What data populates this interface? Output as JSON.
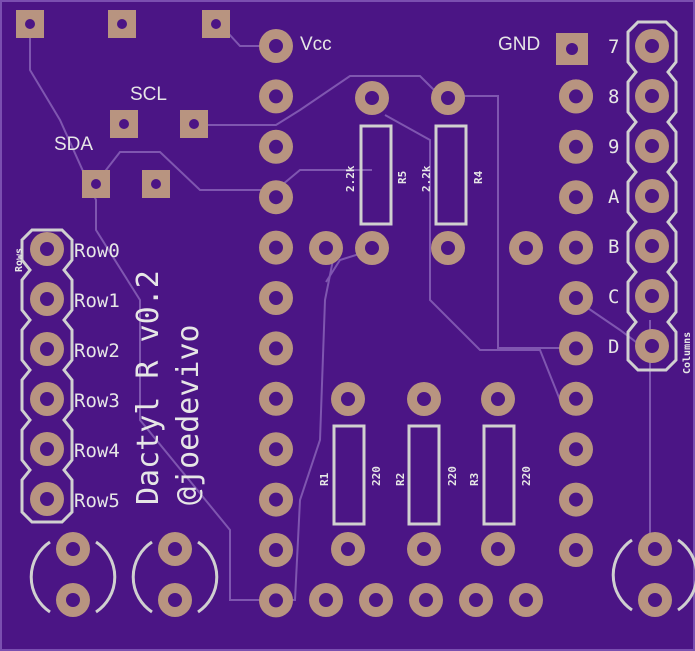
{
  "board": {
    "title": "Dactyl R v0.2",
    "author": "@joedevivo"
  },
  "labels": {
    "vcc": "Vcc",
    "gnd": "GND",
    "scl": "SCL",
    "sda": "SDA",
    "rows_header": "Rows",
    "columns_header": "Columns"
  },
  "rows": [
    "Row0",
    "Row1",
    "Row2",
    "Row3",
    "Row4",
    "Row5"
  ],
  "columns": [
    "7",
    "8",
    "9",
    "A",
    "B",
    "C",
    "D"
  ],
  "resistors": [
    {
      "ref": "R5",
      "value": "2.2k"
    },
    {
      "ref": "R4",
      "value": "2.2k"
    },
    {
      "ref": "R1",
      "value": "220"
    },
    {
      "ref": "R2",
      "value": "220"
    },
    {
      "ref": "R3",
      "value": "220"
    }
  ],
  "colors": {
    "board": "#4b1585",
    "trace": "#7f56b0",
    "pad": "#b89480",
    "hole": "#4b1585",
    "silk": "#d9d9d9"
  }
}
